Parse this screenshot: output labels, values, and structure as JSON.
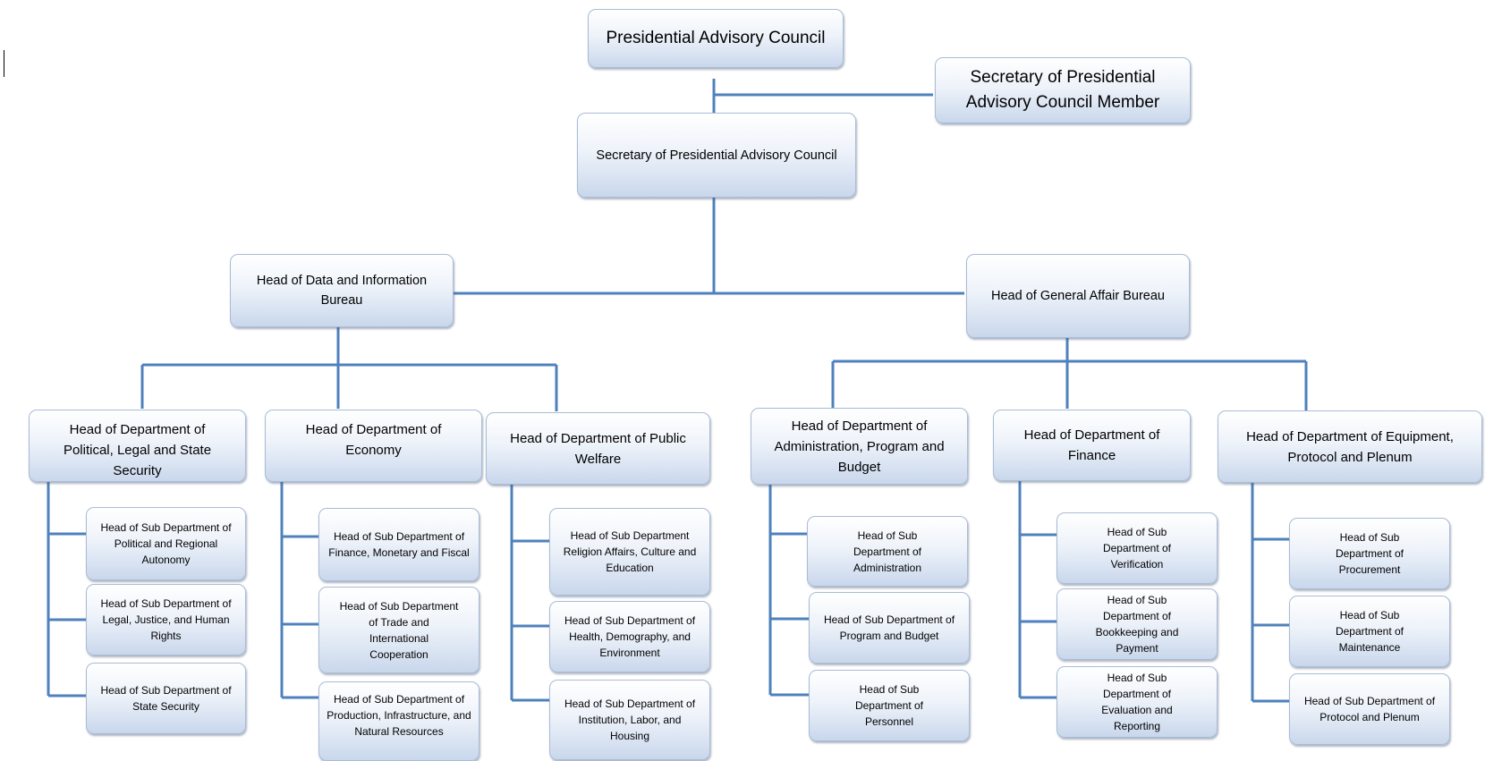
{
  "chart": {
    "council": "Presidential Advisory Council",
    "council_member_secretary": "Secretary of Presidential Advisory Council Member",
    "council_secretary": "Secretary of Presidential Advisory Council",
    "bureau_data": "Head of Data and Information Bureau",
    "bureau_general": "Head of General Affair Bureau",
    "departments": [
      {
        "name": "Head of Department of Political, Legal and State Security",
        "subs": [
          "Head of Sub Department of Political and Regional Autonomy",
          "Head of Sub Department of Legal, Justice, and Human Rights",
          "Head of Sub Department of State Security"
        ]
      },
      {
        "name": "Head of Department of Economy",
        "subs": [
          "Head of Sub Department of Finance, Monetary and Fiscal",
          "Head of Sub Department of Trade and International Cooperation",
          "Head of Sub Department of Production, Infrastructure, and Natural Resources"
        ]
      },
      {
        "name": "Head of Department of Public Welfare",
        "subs": [
          "Head of Sub Department Religion Affairs, Culture and Education",
          "Head of Sub Department of Health, Demography, and Environment",
          "Head of Sub Department of Institution, Labor, and Housing"
        ]
      },
      {
        "name": "Head of Department of Administration, Program and Budget",
        "subs": [
          "Head of Sub Department of Administration",
          "Head of Sub Department of Program and Budget",
          "Head of Sub Department of Personnel"
        ]
      },
      {
        "name": "Head of Department of Finance",
        "subs": [
          "Head of Sub Department of Verification",
          "Head of Sub Department of Bookkeeping and Payment",
          "Head of Sub Department of Evaluation and Reporting"
        ]
      },
      {
        "name": "Head of Department of Equipment, Protocol and Plenum",
        "subs": [
          "Head of Sub Department of Procurement",
          "Head of Sub Department of Maintenance",
          "Head of Sub Department of Protocol and Plenum"
        ]
      }
    ]
  },
  "colors": {
    "line": "#4f81bd",
    "box_border": "#a9bcd6",
    "box_top": "#ffffff",
    "box_bottom": "#c9d7ec"
  }
}
